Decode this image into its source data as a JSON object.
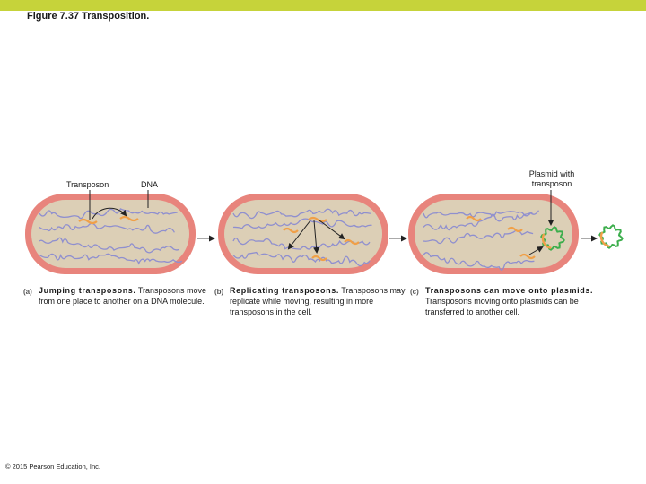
{
  "colors": {
    "top_bar": "#c6d33a",
    "cell_wall": "#e8847c",
    "cytoplasm": "#dccfb6",
    "dna": "#8f8fcf",
    "transposon": "#f0a048",
    "plasmid": "#3cae4c"
  },
  "figure_title": "Figure 7.37  Transposition.",
  "labels": {
    "transposon": "Transposon",
    "dna": "DNA",
    "plasmid_line1": "Plasmid with",
    "plasmid_line2": "transposon"
  },
  "panels": [
    {
      "tag": "(a)",
      "title": "Jumping transposons.",
      "text": "Transposons move from one place to another on a DNA molecule."
    },
    {
      "tag": "(b)",
      "title": "Replicating transposons.",
      "text": "Transposons may replicate while moving, resulting in more transposons in the cell."
    },
    {
      "tag": "(c)",
      "title": "Transposons can move onto plasmids.",
      "text": "Transposons moving onto plasmids can be transferred to another cell."
    }
  ],
  "credit": "© 2015 Pearson Education, Inc."
}
